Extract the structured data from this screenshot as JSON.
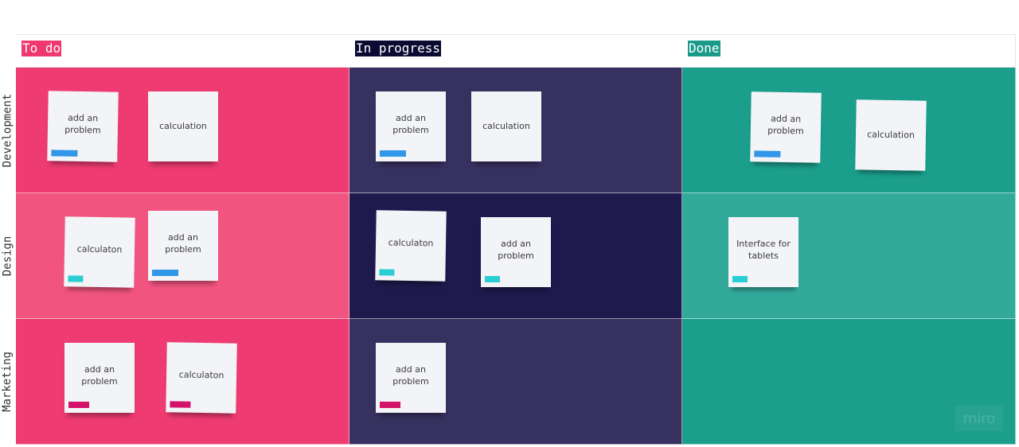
{
  "board": {
    "columns": [
      {
        "title": "To do",
        "highlight": "#ee386e"
      },
      {
        "title": "In progress",
        "highlight": "#0b0a33"
      },
      {
        "title": "Done",
        "highlight": "#1a9b8a"
      }
    ],
    "rows": [
      {
        "title": "Development"
      },
      {
        "title": "Design"
      },
      {
        "title": "Marketing"
      }
    ],
    "cell_colors": {
      "todo": [
        "#ee3b72",
        "#f1557f",
        "#ee3b72"
      ],
      "inprogress": [
        "#37315f",
        "#1e1a4d",
        "#37315f"
      ],
      "done": [
        "#1b9e8c",
        "#32aa9b",
        "#1b9e8c"
      ]
    },
    "tag_colors": {
      "blue": "#3197e8",
      "cyan": "#2acfd3",
      "magenta": "#d3126a"
    },
    "notes": {
      "dev_todo_1": {
        "text": "add an problem",
        "tag": "blue"
      },
      "dev_todo_2": {
        "text": "calculation"
      },
      "dev_prog_1": {
        "text": "add an problem",
        "tag": "blue"
      },
      "dev_prog_2": {
        "text": "calculation"
      },
      "dev_done_1": {
        "text": "add an problem",
        "tag": "blue"
      },
      "dev_done_2": {
        "text": "calculation"
      },
      "des_todo_1": {
        "text": "calculaton",
        "tag": "cyan"
      },
      "des_todo_2": {
        "text": "add an problem",
        "tag": "blue"
      },
      "des_prog_1": {
        "text": "calculaton",
        "tag": "cyan"
      },
      "des_prog_2": {
        "text": "add an problem",
        "tag": "cyan"
      },
      "des_done_1": {
        "text": "Interface for tablets",
        "tag": "cyan"
      },
      "mkt_todo_1": {
        "text": "add an problem",
        "tag": "magenta"
      },
      "mkt_todo_2": {
        "text": "calculaton",
        "tag": "magenta"
      },
      "mkt_prog_1": {
        "text": "add an problem",
        "tag": "magenta"
      }
    }
  },
  "watermark": "miro"
}
